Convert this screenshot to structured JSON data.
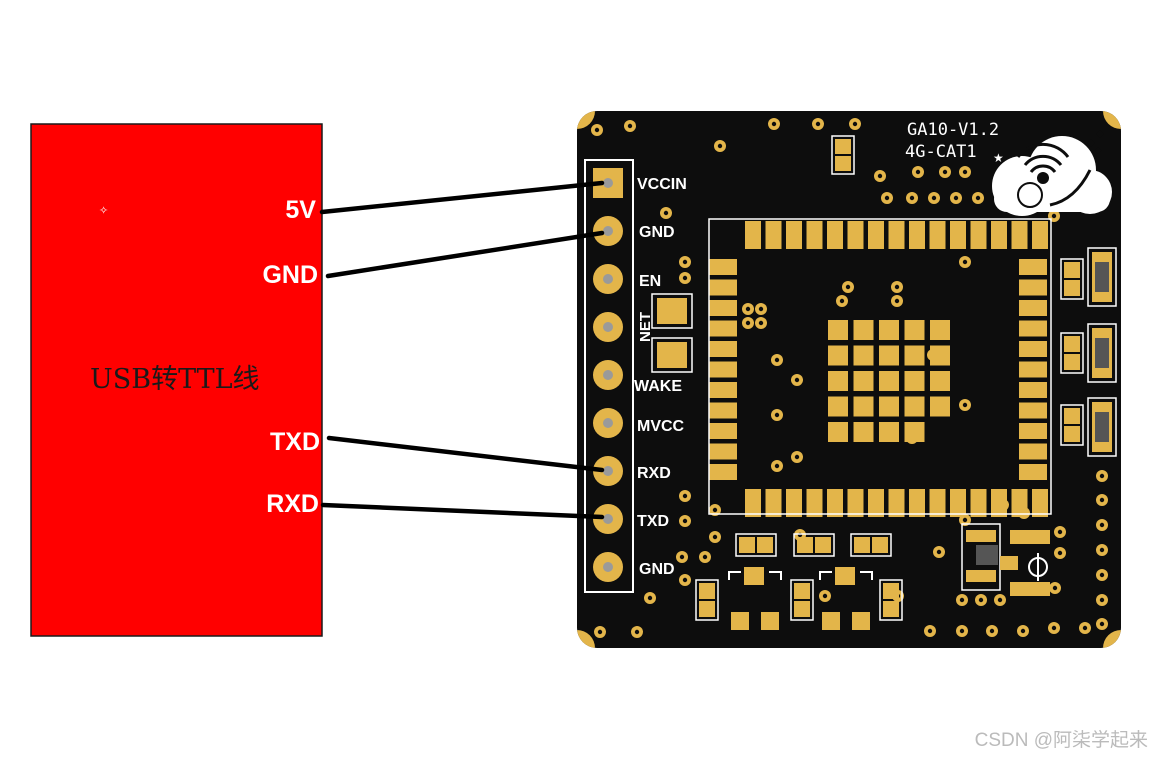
{
  "adapter": {
    "title": "USB转TTL线",
    "pins": [
      "5V",
      "GND",
      "TXD",
      "RXD"
    ],
    "color": "#ff0000"
  },
  "board": {
    "silkscreen_line1": "GA10-V1.2",
    "silkscreen_line2": "4G-CAT1",
    "pcb_color": "#0d0d0d",
    "pad_color": "#e3b54a",
    "header_pins": [
      "VCCIN",
      "GND",
      "EN",
      "NET",
      "WAKE",
      "MVCC",
      "RXD",
      "TXD",
      "GND"
    ]
  },
  "connections": [
    {
      "from": "5V",
      "to": "VCCIN"
    },
    {
      "from": "GND",
      "to": "GND"
    },
    {
      "from": "TXD",
      "to": "RXD"
    },
    {
      "from": "RXD",
      "to": "TXD"
    }
  ],
  "watermark": "CSDN @阿柒学起来"
}
